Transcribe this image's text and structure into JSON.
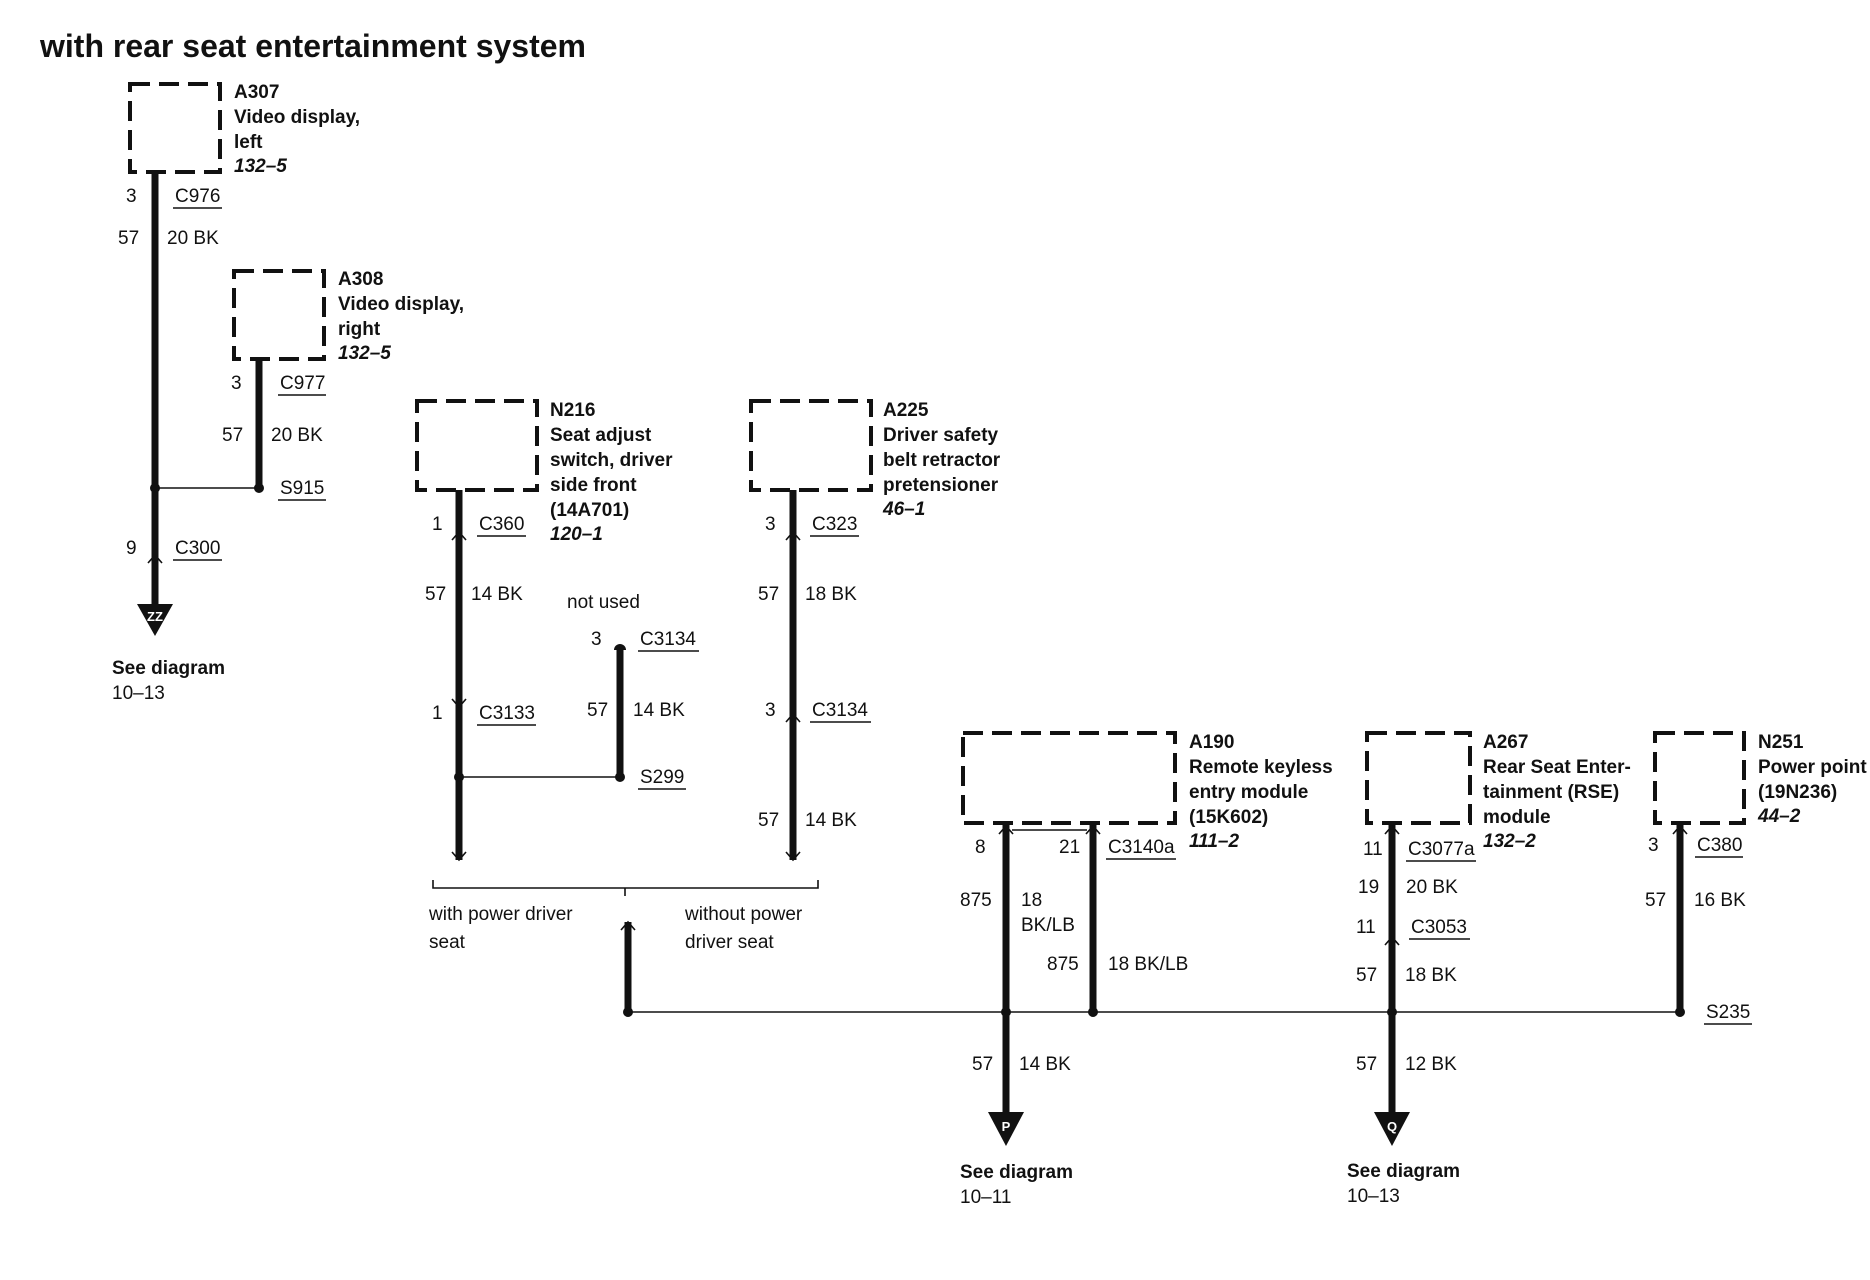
{
  "title": "with rear seat entertainment system",
  "components": {
    "a307": {
      "id": "A307",
      "line1": "Video display,",
      "line2": "left",
      "ref": "132–5"
    },
    "a308": {
      "id": "A308",
      "line1": "Video display,",
      "line2": "right",
      "ref": "132–5"
    },
    "n216": {
      "id": "N216",
      "line1": "Seat adjust",
      "line2": "switch, driver",
      "line3": "side front",
      "line4": "(14A701)",
      "ref": "120–1"
    },
    "a225": {
      "id": "A225",
      "line1": "Driver safety",
      "line2": "belt retractor",
      "line3": "pretensioner",
      "ref": "46–1"
    },
    "a190": {
      "id": "A190",
      "line1": "Remote keyless",
      "line2": "entry module",
      "line3": "(15K602)",
      "ref": "111–2"
    },
    "a267": {
      "id": "A267",
      "line1": "Rear Seat Enter-",
      "line2": "tainment (RSE)",
      "line3": "module",
      "ref": "132–2"
    },
    "n251": {
      "id": "N251",
      "line1": "Power point",
      "line2": "(19N236)",
      "ref": "44–2"
    }
  },
  "connectors": {
    "c976": {
      "pin": "3",
      "name": "C976"
    },
    "c977": {
      "pin": "3",
      "name": "C977"
    },
    "c300": {
      "pin": "9",
      "name": "C300"
    },
    "c360": {
      "pin": "1",
      "name": "C360"
    },
    "c3133": {
      "pin": "1",
      "name": "C3133"
    },
    "c3134a": {
      "pin": "3",
      "name": "C3134"
    },
    "c323": {
      "pin": "3",
      "name": "C323"
    },
    "c3134b": {
      "pin": "3",
      "name": "C3134"
    },
    "c3140a_8": {
      "pin": "8"
    },
    "c3140a": {
      "pin": "21",
      "name": "C3140a"
    },
    "c3077a": {
      "pin": "11",
      "name": "C3077a"
    },
    "c3053": {
      "pin": "11",
      "name": "C3053"
    },
    "c380": {
      "pin": "3",
      "name": "C380"
    }
  },
  "splices": {
    "s915": "S915",
    "s299": "S299",
    "s235": "S235"
  },
  "wires": {
    "w1": {
      "circuit": "57",
      "gauge": "20 BK"
    },
    "w2": {
      "circuit": "57",
      "gauge": "20 BK"
    },
    "w3": {
      "circuit": "57",
      "gauge": "14 BK"
    },
    "w4": {
      "circuit": "57",
      "gauge": "14 BK"
    },
    "w5": {
      "circuit": "57",
      "gauge": "18 BK"
    },
    "w6": {
      "circuit": "57",
      "gauge": "14 BK"
    },
    "w7": {
      "circuit": "875",
      "gauge1": "18",
      "gauge2": "BK/LB"
    },
    "w8": {
      "circuit": "875",
      "gauge": "18 BK/LB"
    },
    "w9": {
      "circuit": "19",
      "gauge": "20 BK"
    },
    "w10": {
      "circuit": "57",
      "gauge": "18 BK"
    },
    "w11": {
      "circuit": "57",
      "gauge": "16 BK"
    },
    "w12": {
      "circuit": "57",
      "gauge": "14 BK"
    },
    "w13": {
      "circuit": "57",
      "gauge": "12 BK"
    }
  },
  "notes": {
    "not_used": "not used",
    "with_power_1": "with power driver",
    "with_power_2": "seat",
    "without_power_1": "without power",
    "without_power_2": "driver seat"
  },
  "references": {
    "zz": {
      "letter": "ZZ",
      "label": "See diagram",
      "page": "10–13"
    },
    "p": {
      "letter": "P",
      "label": "See diagram",
      "page": "10–11"
    },
    "q": {
      "letter": "Q",
      "label": "See diagram",
      "page": "10–13"
    }
  }
}
